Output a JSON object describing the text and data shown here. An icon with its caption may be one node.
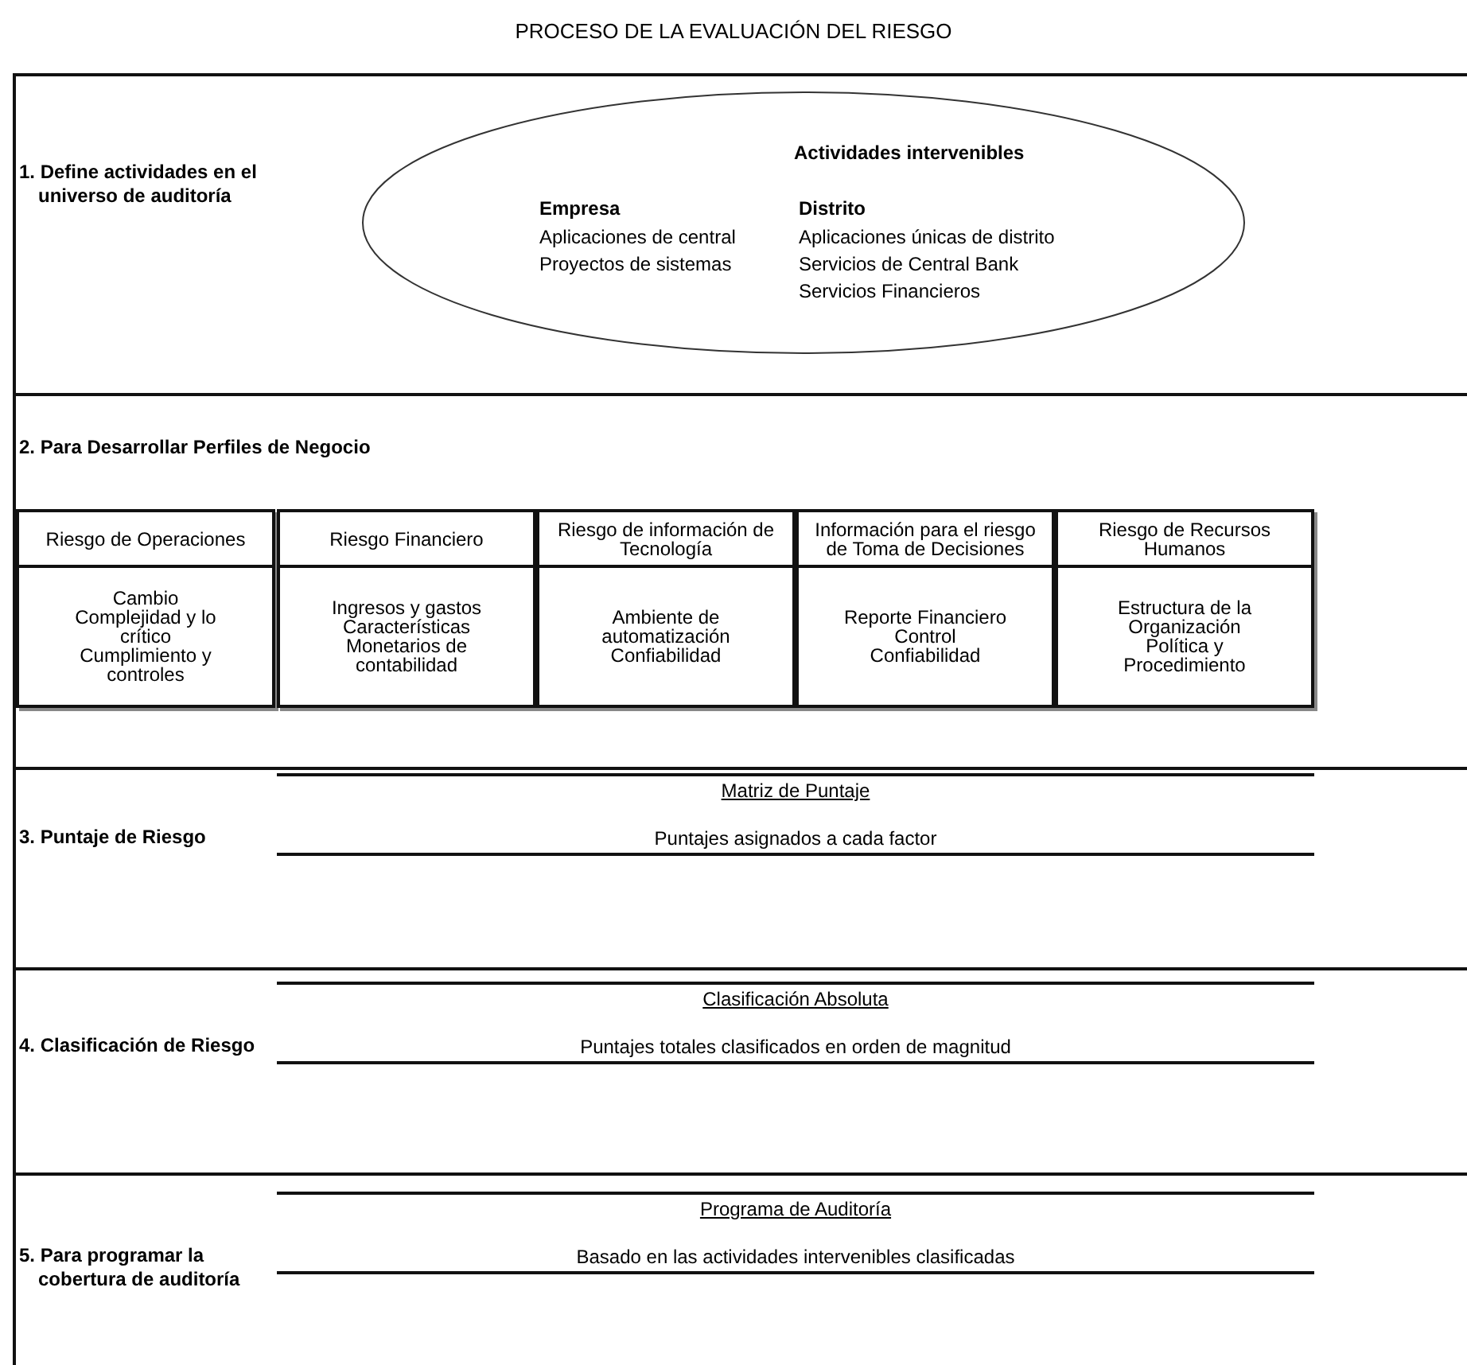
{
  "diagram": {
    "title": "PROCESO DE LA EVALUACIÓN DEL RIESGO",
    "nodes": [
      {
        "text": [
          "1. Define actividades en el universo de auditoría"
        ]
      },
      {
        "text": [
          "Actividades intervenibles",
          "Empresa",
          "Aplicaciones de central",
          "Proyectos de sistemas",
          "Distrito",
          "Aplicaciones únicas de distrito",
          "Servicios de Central Bank",
          "Servicios Financieros"
        ],
        "in": 0
      },
      {
        "text": [
          "2. Para Desarrollar Perfiles de Negocio"
        ]
      },
      {
        "text": [
          "Riesgo de Operaciones"
        ],
        "in": 2
      },
      {
        "text": [
          "Riesgo Financiero"
        ],
        "in": 2
      },
      {
        "text": [
          "Riesgo de información de Tecnología"
        ],
        "in": 2
      },
      {
        "text": [
          "Información para el riesgo de Toma de Decisiones"
        ],
        "in": 2
      },
      {
        "text": [
          "Riesgo de Recursos Humanos"
        ],
        "in": 2
      },
      {
        "text": [
          "Cambio",
          "Complejidad y lo crítico",
          "Cumplimiento y controles"
        ],
        "in": 2
      },
      {
        "text": [
          "Ingresos y gastos",
          "Características Monetarios de contabilidad"
        ],
        "in": 2
      },
      {
        "text": [
          "Ambiente de automatización",
          "Confiabilidad"
        ],
        "in": 2
      },
      {
        "text": [
          "Reporte Financiero",
          "Control",
          "Confiabilidad"
        ],
        "in": 2
      },
      {
        "text": [
          "Estructura de la Organización",
          "Política y Procedimiento"
        ],
        "in": 2
      },
      {
        "text": [
          "3. Puntaje de Riesgo",
          "Matriz de Puntaje",
          "Puntajes asignados a cada factor"
        ]
      },
      {
        "text": [
          "4. Clasificación de Riesgo",
          "Clasificación Absoluta",
          "Puntajes totales clasificados en orden de magnitud"
        ]
      },
      {
        "text": [
          "5. Para programar la cobertura de auditoría",
          "Programa de Auditoría",
          "Basado en las actividades intervenibles clasificadas"
        ]
      }
    ]
  }
}
